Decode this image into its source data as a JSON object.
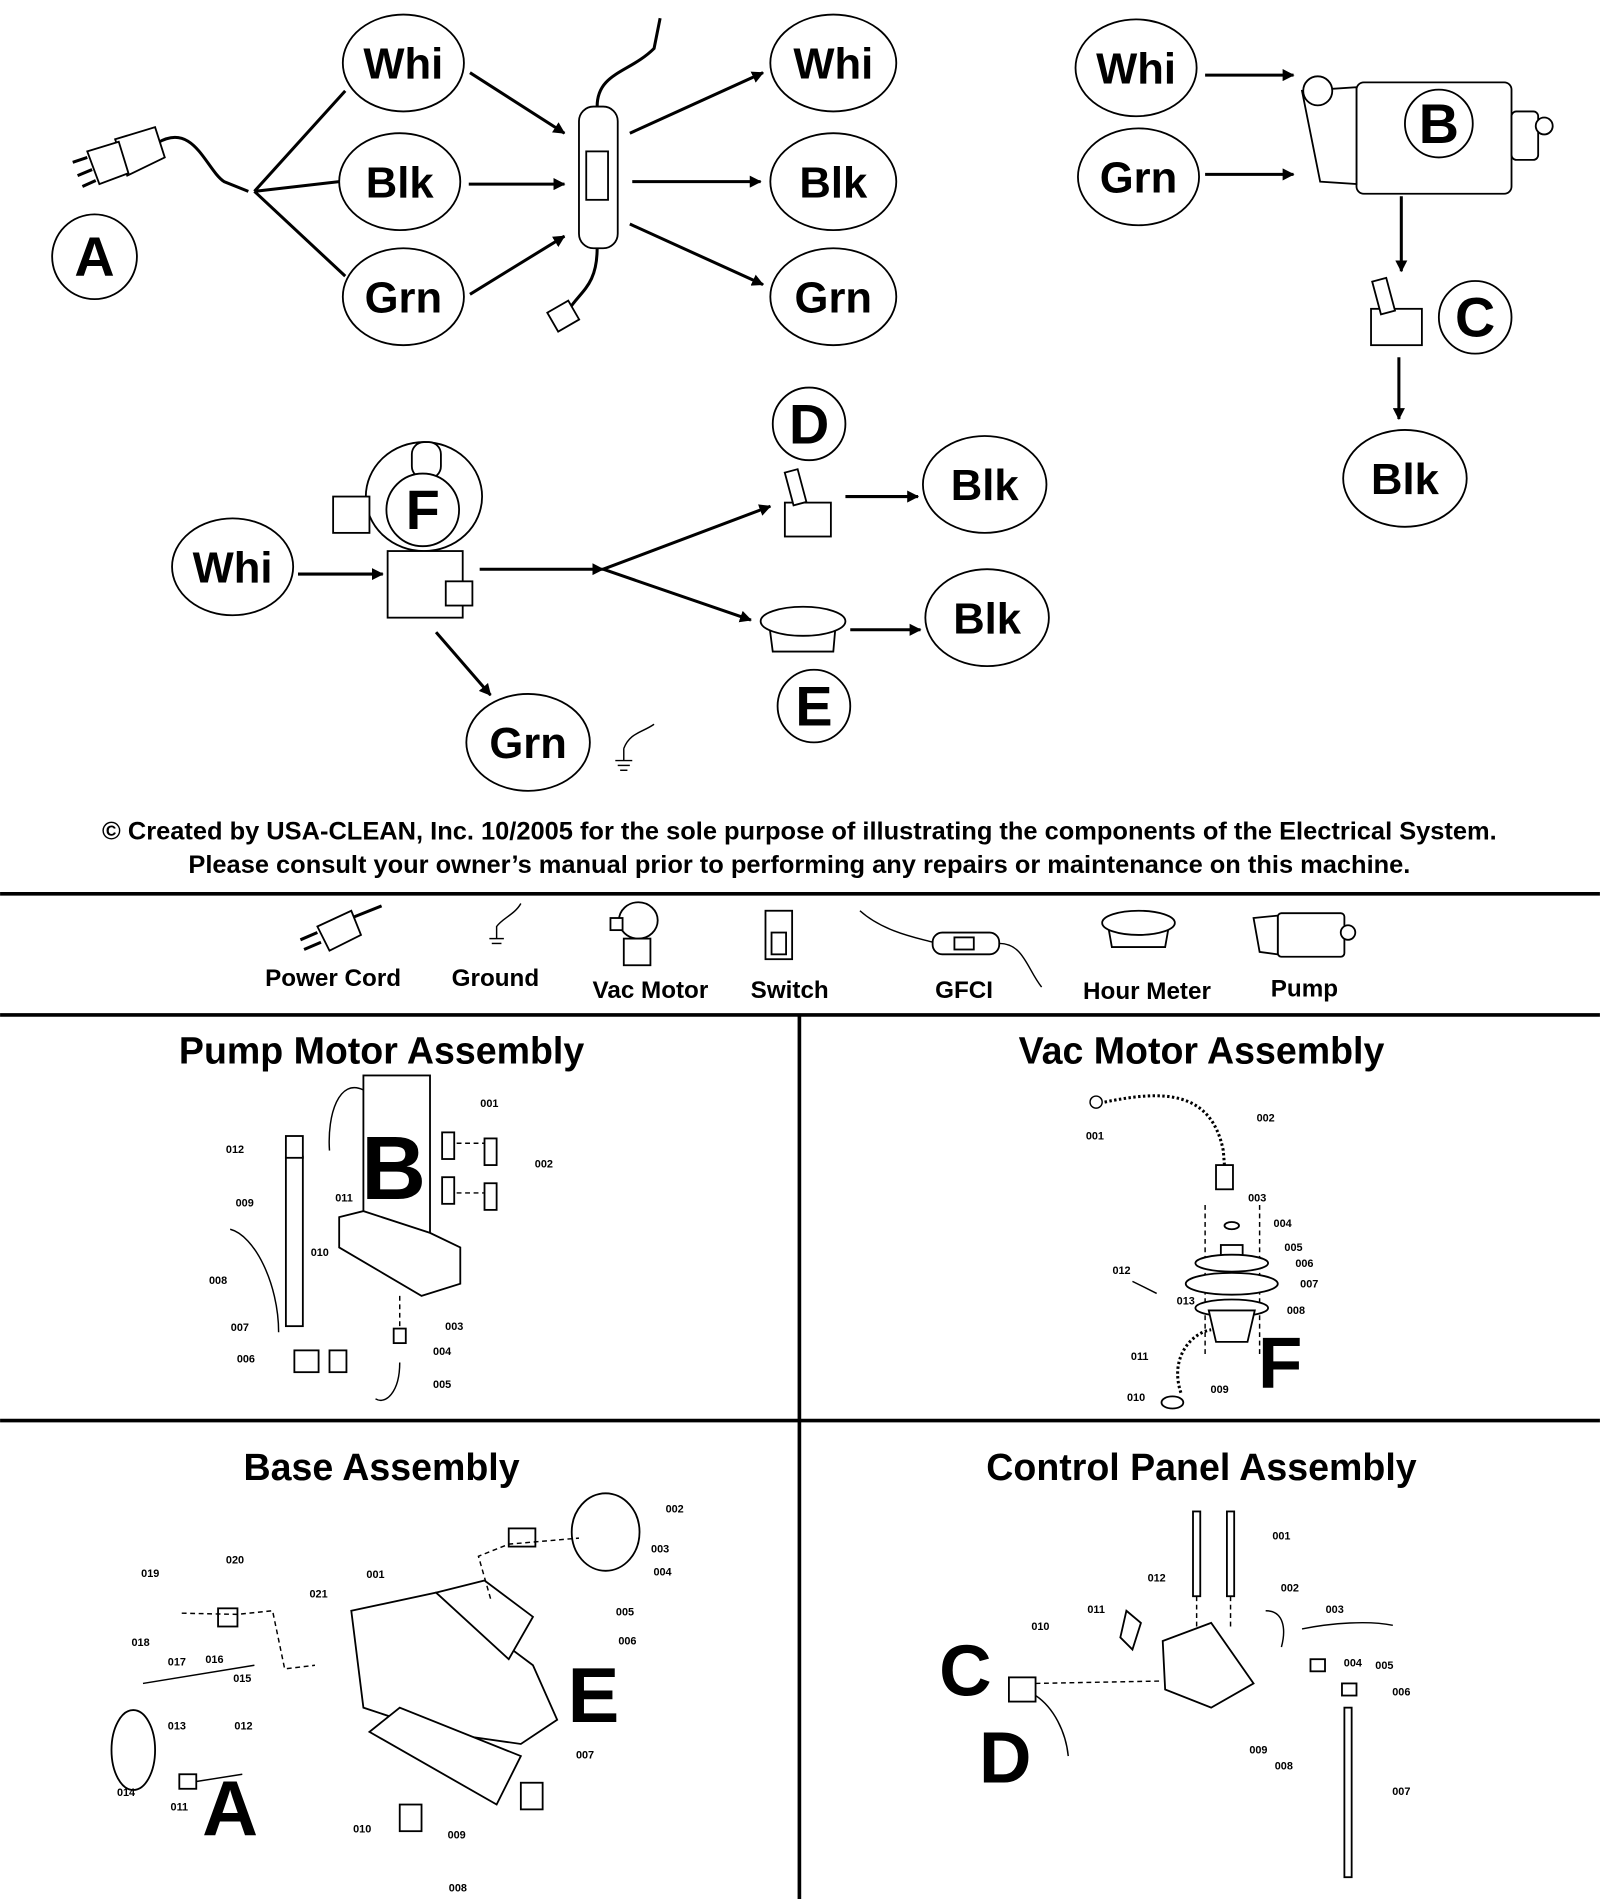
{
  "wiring": {
    "power_cord": {
      "label": "A"
    },
    "gfci_inputs": [
      "Whi",
      "Blk",
      "Grn"
    ],
    "gfci_outputs": [
      "Whi",
      "Blk",
      "Grn"
    ],
    "pump": {
      "inputs": [
        "Whi",
        "Grn"
      ],
      "label": "B",
      "switch_label": "C",
      "output": "Blk"
    },
    "vac": {
      "input": "Whi",
      "label": "F",
      "switch_label": "D",
      "switch_output": "Blk",
      "meter_label": "E",
      "meter_output": "Blk",
      "ground": "Grn"
    }
  },
  "notice": {
    "line1": "© Created by USA-CLEAN, Inc. 10/2005 for the sole purpose of illustrating the components of the Electrical System.",
    "line2": "Please consult your owner’s manual prior to performing any repairs or maintenance on this machine."
  },
  "legend": [
    {
      "label": "Power Cord",
      "icon": "power-cord-icon"
    },
    {
      "label": "Ground",
      "icon": "ground-icon"
    },
    {
      "label": "Vac Motor",
      "icon": "vac-motor-icon"
    },
    {
      "label": "Switch",
      "icon": "switch-icon"
    },
    {
      "label": "GFCI",
      "icon": "gfci-icon"
    },
    {
      "label": "Hour Meter",
      "icon": "hour-meter-icon"
    },
    {
      "label": "Pump",
      "icon": "pump-icon"
    }
  ],
  "panels": {
    "pump": {
      "title": "Pump Motor Assembly",
      "letters": [
        "B"
      ],
      "parts": [
        "001",
        "002",
        "003",
        "004",
        "005",
        "006",
        "007",
        "008",
        "009",
        "010",
        "011",
        "012"
      ]
    },
    "vac": {
      "title": "Vac Motor Assembly",
      "letters": [
        "F"
      ],
      "parts": [
        "001",
        "002",
        "003",
        "004",
        "005",
        "006",
        "007",
        "008",
        "009",
        "010",
        "011",
        "012",
        "013"
      ]
    },
    "base": {
      "title": "Base Assembly",
      "letters": [
        "A",
        "E"
      ],
      "parts": [
        "001",
        "002",
        "003",
        "004",
        "005",
        "006",
        "007",
        "008",
        "009",
        "010",
        "011",
        "012",
        "013",
        "014",
        "015",
        "016",
        "017",
        "018",
        "019",
        "020",
        "021"
      ]
    },
    "control": {
      "title": "Control Panel Assembly",
      "letters": [
        "C",
        "D"
      ],
      "parts": [
        "001",
        "002",
        "003",
        "004",
        "005",
        "006",
        "007",
        "008",
        "009",
        "010",
        "011",
        "012"
      ]
    }
  }
}
